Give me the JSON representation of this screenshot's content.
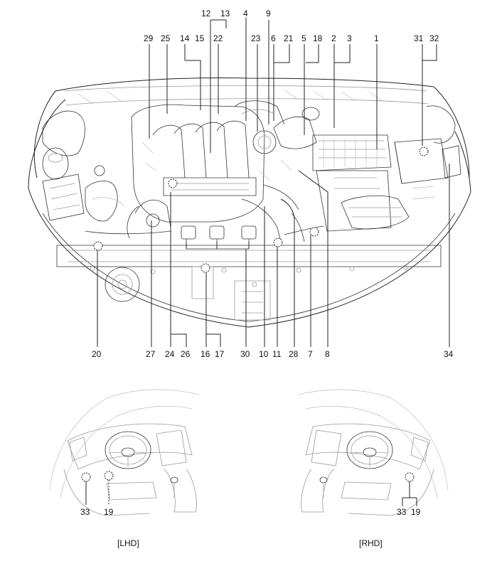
{
  "callouts_top": [
    {
      "id": "l12",
      "text": "12"
    },
    {
      "id": "l13",
      "text": "13"
    },
    {
      "id": "l29",
      "text": "29"
    },
    {
      "id": "l25",
      "text": "25"
    },
    {
      "id": "l14",
      "text": "14"
    },
    {
      "id": "l15",
      "text": "15"
    },
    {
      "id": "l22",
      "text": "22"
    },
    {
      "id": "l4",
      "text": "4"
    },
    {
      "id": "l9",
      "text": "9"
    },
    {
      "id": "l23",
      "text": "23"
    },
    {
      "id": "l6",
      "text": "6"
    },
    {
      "id": "l21",
      "text": "21"
    },
    {
      "id": "l5",
      "text": "5"
    },
    {
      "id": "l18",
      "text": "18"
    },
    {
      "id": "l2",
      "text": "2"
    },
    {
      "id": "l3",
      "text": "3"
    },
    {
      "id": "l1",
      "text": "1"
    },
    {
      "id": "l31",
      "text": "31"
    },
    {
      "id": "l32",
      "text": "32"
    }
  ],
  "callouts_bottom": [
    {
      "id": "l20",
      "text": "20"
    },
    {
      "id": "l27",
      "text": "27"
    },
    {
      "id": "l24",
      "text": "24"
    },
    {
      "id": "l26",
      "text": "26"
    },
    {
      "id": "l16",
      "text": "16"
    },
    {
      "id": "l17",
      "text": "17"
    },
    {
      "id": "l30",
      "text": "30"
    },
    {
      "id": "l10",
      "text": "10"
    },
    {
      "id": "l11",
      "text": "11"
    },
    {
      "id": "l28",
      "text": "28"
    },
    {
      "id": "l7",
      "text": "7"
    },
    {
      "id": "l8",
      "text": "8"
    },
    {
      "id": "l34",
      "text": "34"
    }
  ],
  "cabin_labels": [
    {
      "id": "c33a",
      "text": "33"
    },
    {
      "id": "c19a",
      "text": "19"
    },
    {
      "id": "c33b",
      "text": "33"
    },
    {
      "id": "c19b",
      "text": "19"
    }
  ],
  "captions": {
    "lhd": "[LHD]",
    "rhd": "[RHD]"
  }
}
